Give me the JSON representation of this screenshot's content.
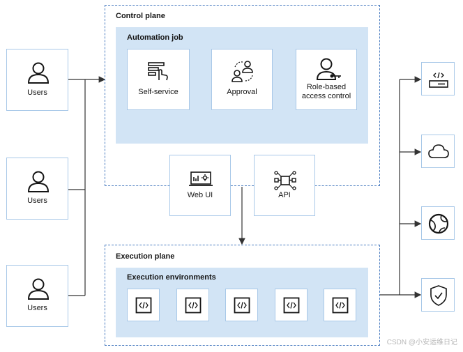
{
  "control_plane": {
    "title": "Control plane",
    "automation_job": {
      "title": "Automation job",
      "steps": [
        {
          "label": "Self-service",
          "icon": "self-service-icon"
        },
        {
          "label": "Approval",
          "icon": "approval-icon"
        },
        {
          "label": "Role-based\naccess control",
          "icon": "rbac-icon"
        }
      ]
    },
    "interfaces": [
      {
        "label": "Web UI",
        "icon": "web-ui-icon"
      },
      {
        "label": "API",
        "icon": "api-icon"
      }
    ]
  },
  "users": [
    {
      "label": "Users"
    },
    {
      "label": "Users"
    },
    {
      "label": "Users"
    }
  ],
  "execution_plane": {
    "title": "Execution plane",
    "environments": {
      "title": "Execution environments",
      "count": 5,
      "icon": "code-container-icon"
    }
  },
  "targets": [
    {
      "icon": "server-icon"
    },
    {
      "icon": "cloud-icon"
    },
    {
      "icon": "network-icon"
    },
    {
      "icon": "security-shield-icon"
    }
  ],
  "watermark": "CSDN @小安运维日记",
  "colors": {
    "dashed_border": "#4a7cc0",
    "band_fill": "#d2e4f5",
    "card_border": "#a8c8e8",
    "line": "#333333"
  }
}
